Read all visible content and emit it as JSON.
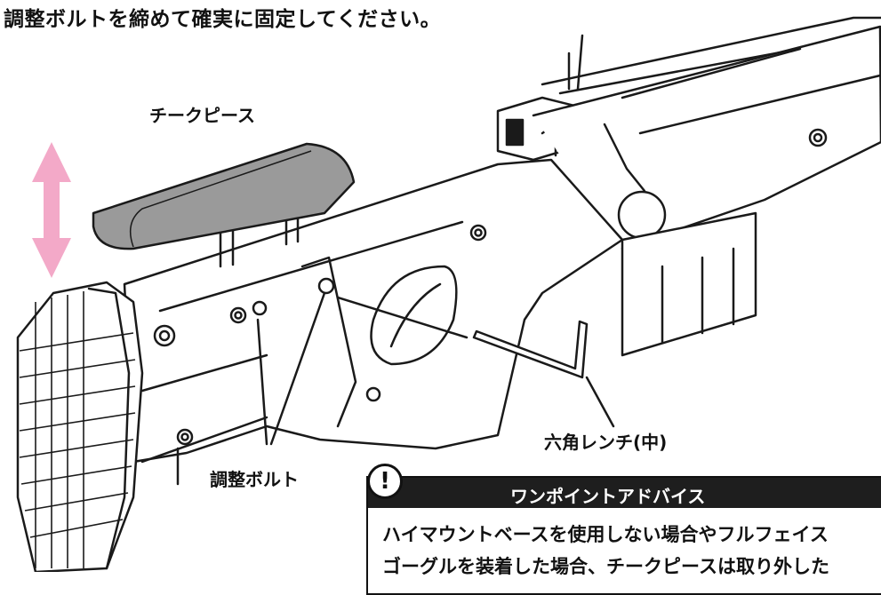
{
  "instruction": "調整ボルトを締めて確実に固定してください。",
  "labels": {
    "cheek_piece": "チークピース",
    "hex_wrench": "六角レンチ(中)",
    "adjust_bolt": "調整ボルト"
  },
  "tip": {
    "icon": "!",
    "title": "ワンポイントアドバイス",
    "line1": "ハイマウントベースを使用しない場合やフルフェイス",
    "line2": "ゴーグルを装着した場合、チークピースは取り外した"
  },
  "colors": {
    "arrow": "#f3a9c8",
    "cheek_fill": "#9a9a9a",
    "line": "#1a1a1a",
    "tip_header": "#1e1e1e"
  }
}
